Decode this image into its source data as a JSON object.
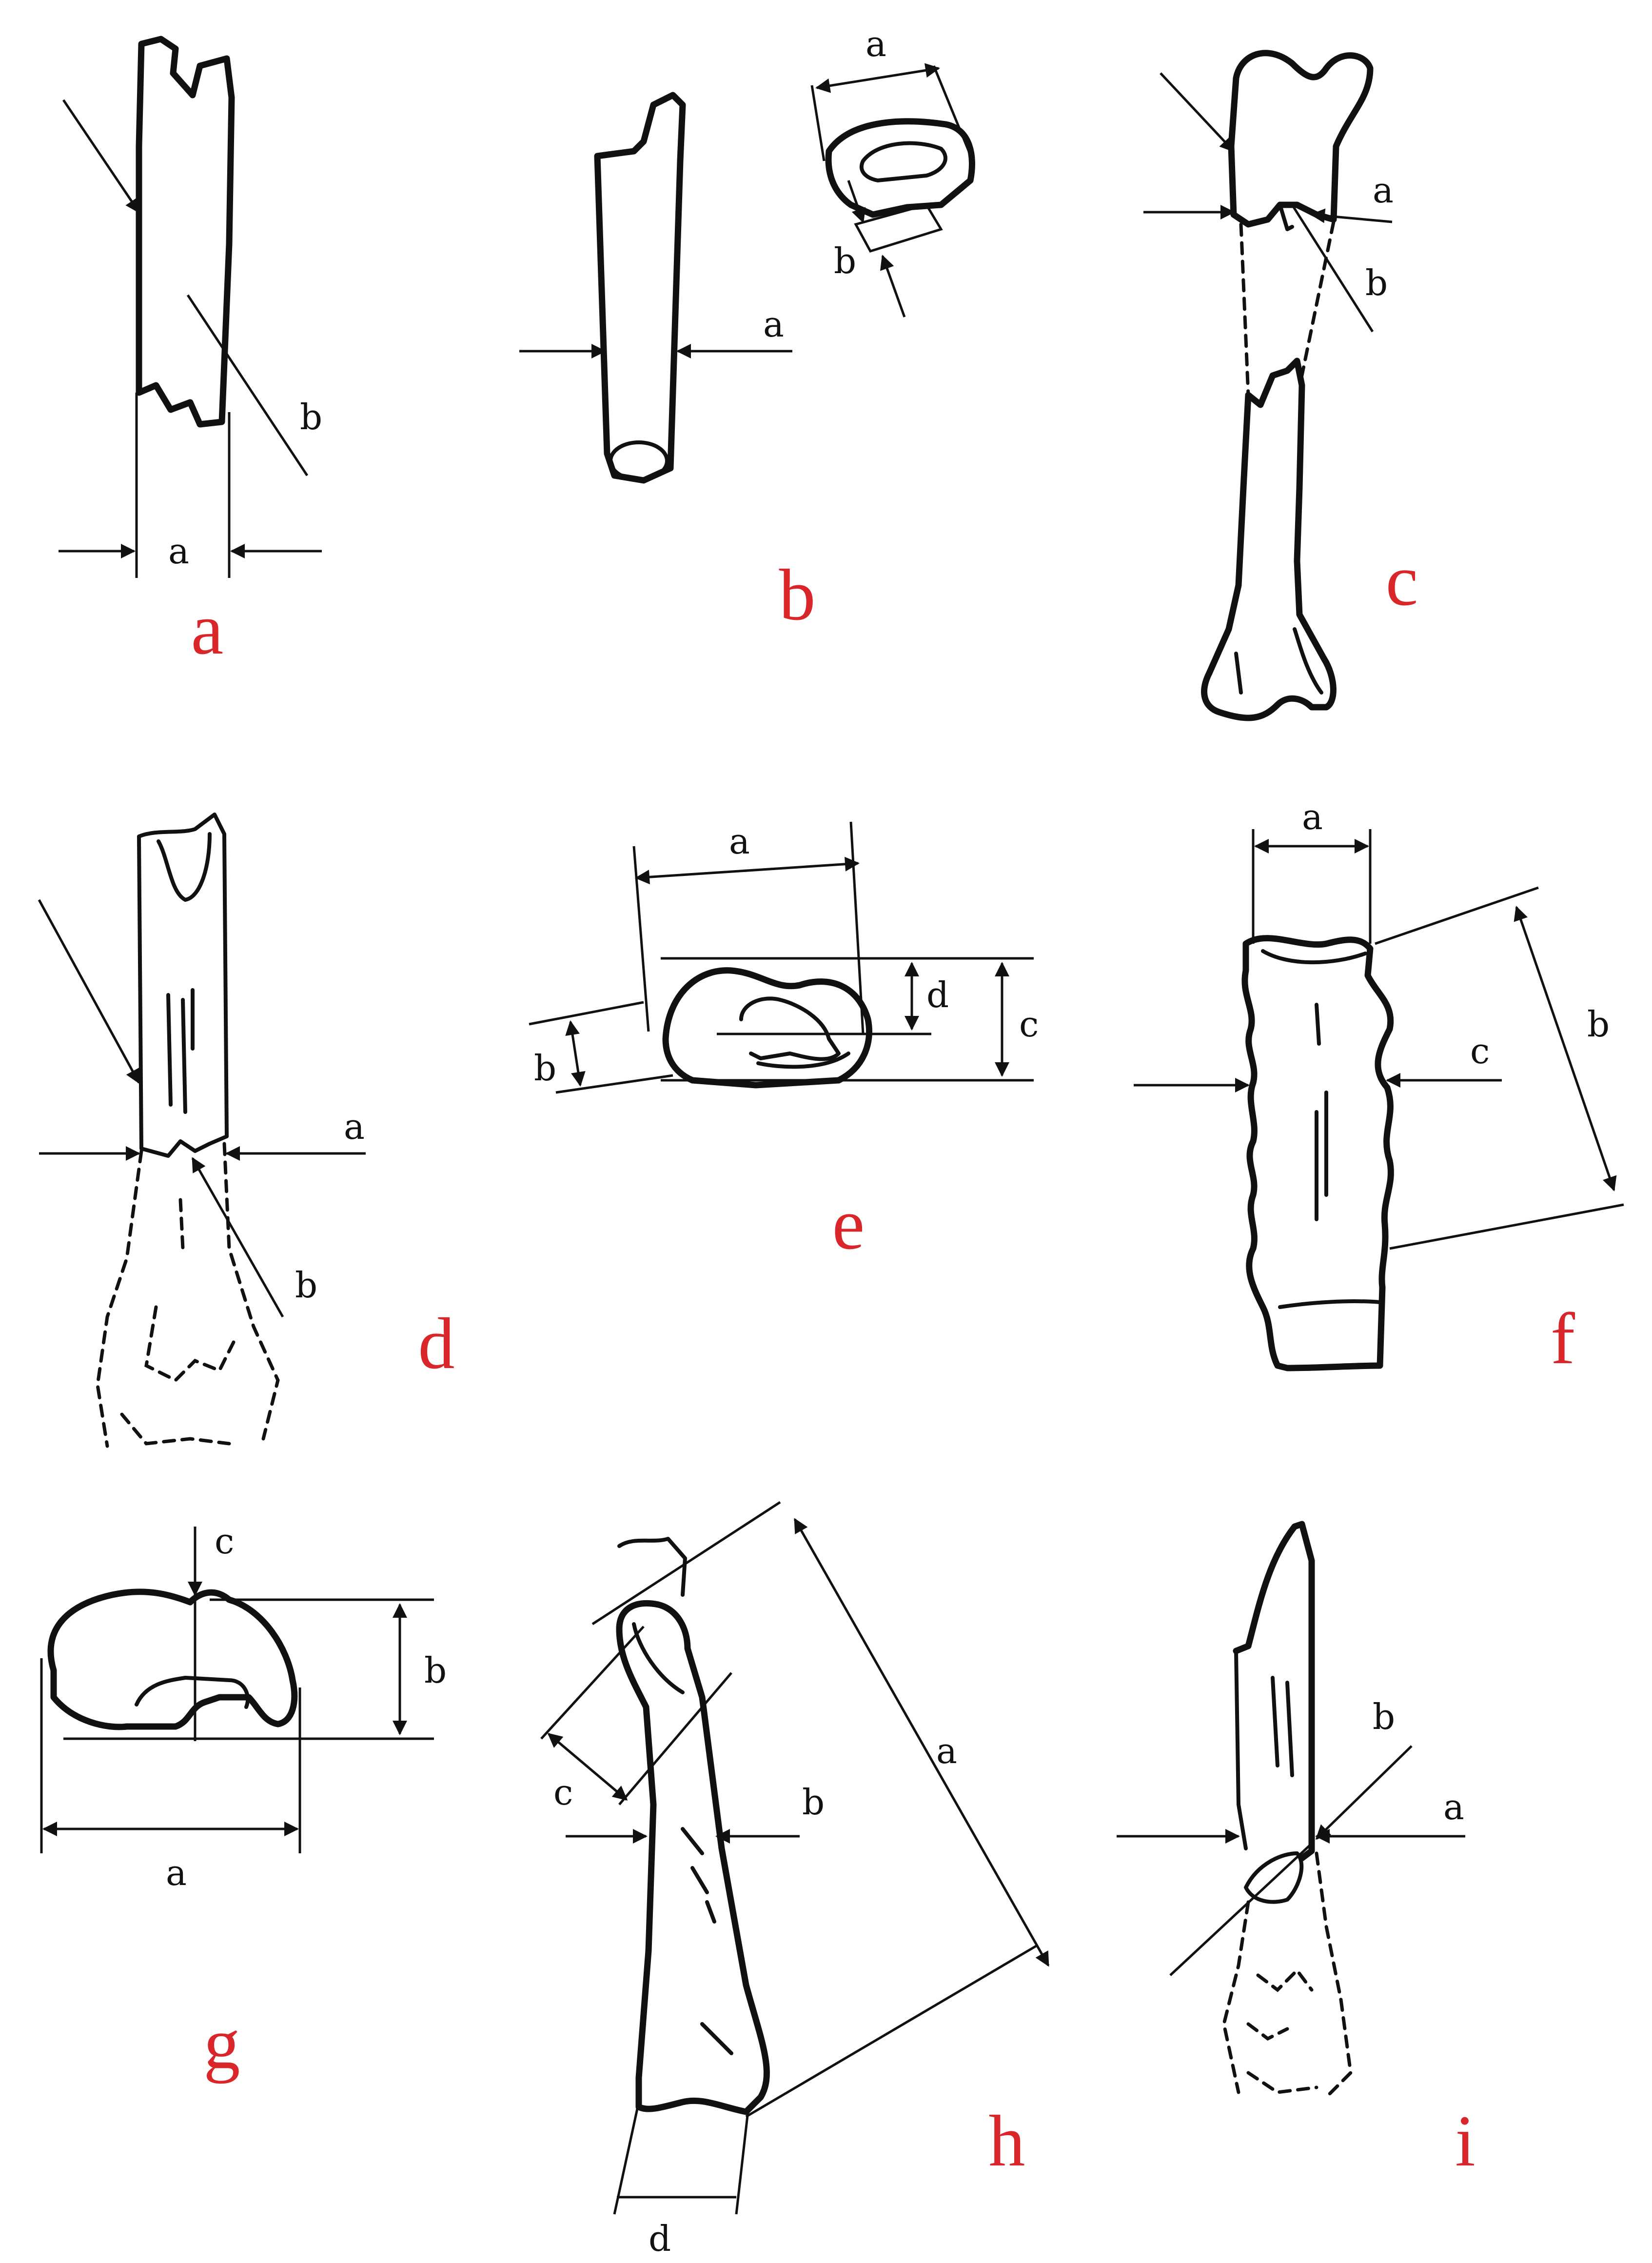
{
  "colors": {
    "panel_label": "#d9262a",
    "ink": "#111111",
    "background": "#ffffff"
  },
  "panels": [
    {
      "id": "a",
      "label": "a",
      "marks": [
        "a",
        "b"
      ]
    },
    {
      "id": "b",
      "label": "b",
      "marks": [
        "a",
        "a",
        "b"
      ]
    },
    {
      "id": "c",
      "label": "c",
      "marks": [
        "a",
        "b"
      ]
    },
    {
      "id": "d",
      "label": "d",
      "marks": [
        "a",
        "b"
      ]
    },
    {
      "id": "e",
      "label": "e",
      "marks": [
        "a",
        "b",
        "c",
        "d"
      ]
    },
    {
      "id": "f",
      "label": "f",
      "marks": [
        "a",
        "b",
        "c"
      ]
    },
    {
      "id": "g",
      "label": "g",
      "marks": [
        "a",
        "b",
        "c"
      ]
    },
    {
      "id": "h",
      "label": "h",
      "marks": [
        "a",
        "b",
        "c",
        "d"
      ]
    },
    {
      "id": "i",
      "label": "i",
      "marks": [
        "a",
        "b"
      ]
    }
  ]
}
